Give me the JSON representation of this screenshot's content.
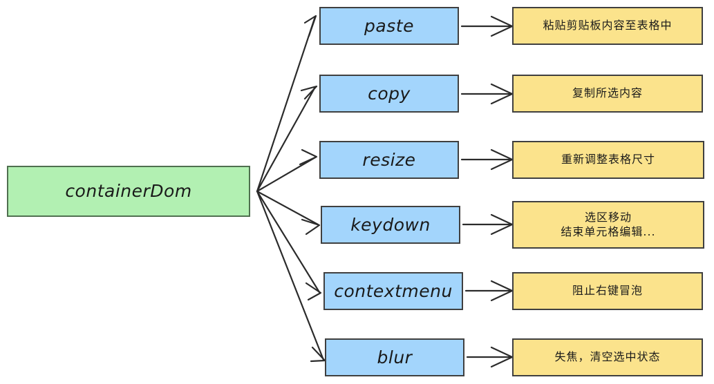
{
  "diagram": {
    "type": "flowchart",
    "title": "containerDom event bindings",
    "background": "#ffffff",
    "colors": {
      "root_fill": "#b2f0b2",
      "root_stroke": "#4f6f4f",
      "event_fill": "#a3d5fc",
      "event_stroke": "#3f3f3f",
      "desc_fill": "#fbe38c",
      "desc_stroke": "#3f3f3f",
      "edge_stroke": "#2b2b2b"
    },
    "root": {
      "label": "containerDom"
    },
    "rows": [
      {
        "event": "paste",
        "description": "粘贴剪贴板内容至表格中",
        "description_line2": ""
      },
      {
        "event": "copy",
        "description": "复制所选内容",
        "description_line2": ""
      },
      {
        "event": "resize",
        "description": "重新调整表格尺寸",
        "description_line2": ""
      },
      {
        "event": "keydown",
        "description": "选区移动",
        "description_line2": "结束单元格编辑..."
      },
      {
        "event": "contextmenu",
        "description": "阻止右键冒泡",
        "description_line2": ""
      },
      {
        "event": "blur",
        "description": "失焦，清空选中状态",
        "description_line2": ""
      }
    ]
  }
}
